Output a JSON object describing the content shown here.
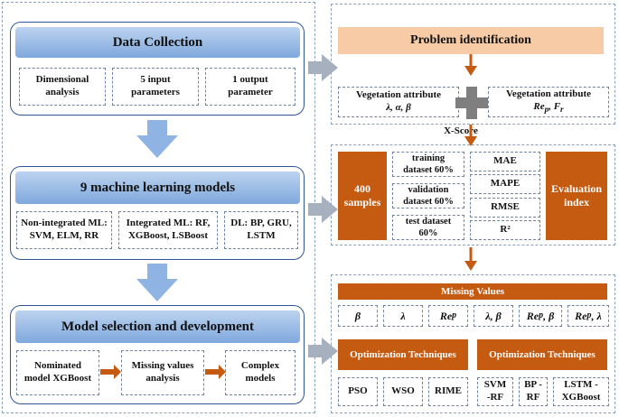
{
  "left": {
    "data_collection": {
      "title": "Data Collection",
      "boxes": [
        "Dimensional analysis",
        "5 input parameters",
        "1 output parameter"
      ]
    },
    "ml_models": {
      "title": "9 machine learning models",
      "boxes": [
        "Non-integrated ML: SVM, ELM, RR",
        "Integrated ML: RF, XGBoost, LSBoost",
        "DL: BP, GRU, LSTM"
      ]
    },
    "model_selection": {
      "title": "Model selection and development",
      "boxes": [
        "Nominated model XGBoost",
        "Missing values analysis",
        "Complex models"
      ]
    }
  },
  "right": {
    "problem": {
      "title": "Problem identification",
      "attr_left_label": "Vegetation attribute",
      "attr_left_params": "λ, α, β",
      "attr_right_label": "Vegetation attribute",
      "attr_right_params": "Rep, Fr"
    },
    "xscore_label": "X-Score",
    "evaluation": {
      "samples": "400 samples",
      "datasets": [
        "training dataset 60%",
        "validation dataset 60%",
        "test dataset 60%"
      ],
      "metrics": [
        "MAE",
        "MAPE",
        "RMSE",
        "R²"
      ],
      "index_label": "Evaluation index"
    },
    "missing": {
      "title": "Missing Values",
      "items": [
        "β",
        "λ",
        "Rep",
        "λ, β",
        "Rep, β",
        "Rep, λ"
      ],
      "opt_left_title": "Optimization Techniques",
      "opt_right_title": "Optimization Techniques",
      "opt_left_items": [
        "PSO",
        "WSO",
        "RIME"
      ],
      "opt_right_items": [
        "SVM -RF",
        "BP -RF",
        "LSTM -XGBoost"
      ]
    }
  },
  "colors": {
    "orange": "#c55a11",
    "peach": "#f8cba7",
    "blue_arrow": "#8fb4e3",
    "gray_arrow": "#a6b0bf",
    "panel_border": "#2f5597"
  }
}
